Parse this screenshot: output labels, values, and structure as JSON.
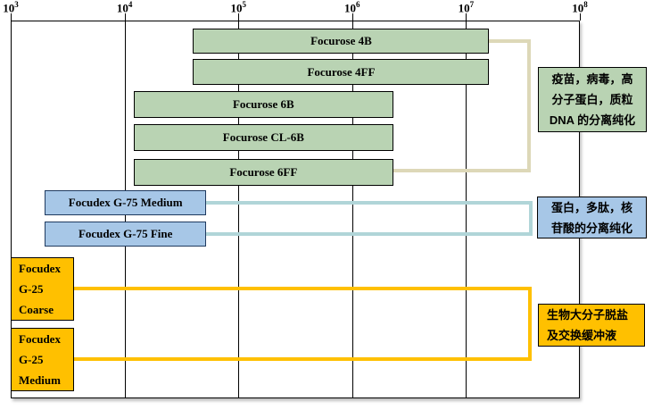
{
  "palette": {
    "green": "#b9d3b3",
    "green_border": "#000000",
    "blue": "#a7c7e7",
    "blue_border": "#1f3a5f",
    "yellow": "#ffc000",
    "yellow_border": "#000000",
    "beige_bracket": "#ddd8b8",
    "cyan_bracket": "#b0d5d8",
    "grid": "#000000",
    "text": "#000000"
  },
  "chart_data": {
    "type": "bar",
    "orientation": "horizontal-range",
    "title": "",
    "x_axis": {
      "scale": "log10",
      "min": 1000,
      "max": 100000000,
      "ticks": [
        {
          "t": "10",
          "e": "3"
        },
        {
          "t": "10",
          "e": "4"
        },
        {
          "t": "10",
          "e": "5"
        },
        {
          "t": "10",
          "e": "6"
        },
        {
          "t": "10",
          "e": "7"
        },
        {
          "t": "10",
          "e": "8"
        }
      ]
    },
    "grid": "vertical-on",
    "series": [
      {
        "label": "Focurose 4B",
        "range": [
          40000,
          16000000
        ],
        "color": "green"
      },
      {
        "label": "Focurose 4FF",
        "range": [
          40000,
          16000000
        ],
        "color": "green"
      },
      {
        "label": "Focurose 6B",
        "range": [
          12000,
          2300000
        ],
        "color": "green"
      },
      {
        "label": "Focurose CL-6B",
        "range": [
          12000,
          2300000
        ],
        "color": "green"
      },
      {
        "label": "Focurose 6FF",
        "range": [
          12000,
          2300000
        ],
        "color": "green"
      },
      {
        "label": "Focudex G-75 Medium",
        "range": [
          2000,
          52000
        ],
        "color": "blue"
      },
      {
        "label": "Focudex G-75 Fine",
        "range": [
          2000,
          52000
        ],
        "color": "blue"
      },
      {
        "label": "Focudex G-25 Coarse",
        "lines": [
          "Focudex",
          "G-25",
          "Coarse"
        ],
        "range": [
          1000,
          3600
        ],
        "color": "yellow"
      },
      {
        "label": "Focudex G-25 Medium",
        "lines": [
          "Focudex",
          "G-25",
          "Medium"
        ],
        "range": [
          1000,
          3600
        ],
        "color": "yellow"
      }
    ],
    "annotations": [
      {
        "group": "focurose-agarose-bars",
        "color": "green",
        "lines": [
          "疫苗，病毒，高",
          "分子蛋白，质粒",
          "DNA 的分离纯化"
        ]
      },
      {
        "group": "focudex-g75-bars",
        "color": "blue",
        "lines": [
          "蛋白，多肽，核",
          "苷酸的分离纯化"
        ]
      },
      {
        "group": "focudex-g25-bars",
        "color": "yellow",
        "lines": [
          "生物大分子脱盐",
          "及交换缓冲液"
        ]
      }
    ]
  }
}
